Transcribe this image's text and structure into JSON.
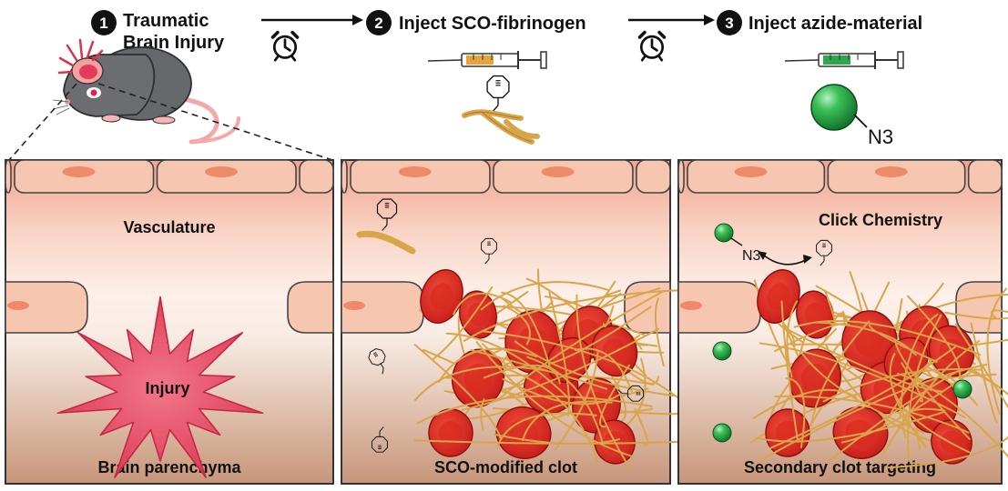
{
  "steps": [
    {
      "number": "1",
      "label_line1": "Traumatic",
      "label_line2": "Brain Injury"
    },
    {
      "number": "2",
      "label": "Inject SCO-fibrinogen"
    },
    {
      "number": "3",
      "label": "Inject azide-material"
    }
  ],
  "panels": [
    {
      "caption": "Brain parenchyma",
      "vessel_label": "Vasculature",
      "injury_label": "Injury"
    },
    {
      "caption": "SCO-modified clot"
    },
    {
      "caption": "Secondary clot targeting",
      "annotation": "Click Chemistry",
      "azide_label": "N3"
    }
  ],
  "azide_particle_label": "N3",
  "icons": [
    "alarm-clock-icon",
    "syringe-icon",
    "mouse-icon",
    "arrow-icon"
  ],
  "colors": {
    "vessel_top": "#f4a78f",
    "vessel_mid": "#fbe3d9",
    "parenchyma_bottom": "#c99a78",
    "cell_fill": "#f7c6b0",
    "cell_nucleus": "#ee8a6a",
    "rbc": "#e0231f",
    "fibrin": "#d9a54a",
    "injury": "#e0455c",
    "azide_green": "#1f9a3c",
    "orange_syringe": "#e8a43a",
    "green_syringe": "#2aa84a"
  }
}
